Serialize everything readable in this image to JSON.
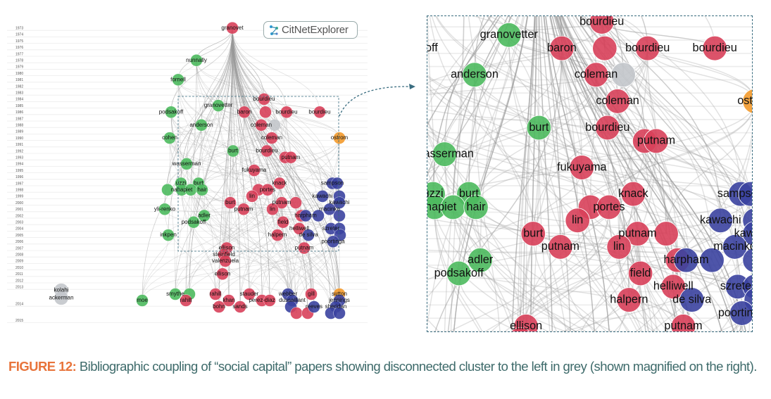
{
  "logo": {
    "text": "CitNetExplorer"
  },
  "caption": {
    "figure_label": "FIGURE 12:",
    "text": " Bibliographic coupling of “social capital” papers showing disconnected cluster to the left in grey (shown magnified on the right)."
  },
  "axis_years": [
    "1973",
    "1974",
    "1975",
    "1976",
    "1977",
    "1978",
    "1979",
    "1980",
    "1981",
    "1982",
    "1983",
    "1984",
    "1985",
    "1986",
    "1987",
    "1988",
    "1989",
    "1990",
    "1991",
    "1992",
    "1993",
    "1994",
    "1995",
    "1996",
    "1997",
    "1998",
    "1999",
    "2000",
    "2001",
    "2002",
    "2003",
    "2004",
    "2005",
    "2006",
    "2007",
    "2008",
    "2009",
    "2010",
    "2011",
    "2012",
    "2013",
    "2014",
    "2015"
  ],
  "colors": {
    "red": "#d8405a",
    "green": "#4cba5e",
    "blue": "#3b43a0",
    "orange": "#f39a2c",
    "grey": "#c3c7cb",
    "edge": "#9a9a9a",
    "box": "#3a6d80"
  },
  "nodes": [
    [
      "granovet",
      "red",
      1973
    ],
    [
      "nunnally",
      "green",
      1978
    ],
    [
      "fornell",
      "green",
      1981
    ],
    [
      "bourdieu",
      "red",
      1984
    ],
    [
      "granovetter",
      "green",
      1985
    ],
    [
      "podsakoff",
      "green",
      1986
    ],
    [
      "baron",
      "red",
      1986
    ],
    [
      "",
      "red",
      1986
    ],
    [
      "bourdieu",
      "red",
      1986
    ],
    [
      "bourdieu",
      "red",
      1986
    ],
    [
      "anderson",
      "green",
      1988
    ],
    [
      "coleman",
      "red",
      1988
    ],
    [
      "",
      "grey",
      1988
    ],
    [
      "cohen",
      "green",
      1990
    ],
    [
      "coleman",
      "red",
      1990
    ],
    [
      "ostrom",
      "orange",
      1990
    ],
    [
      "burt",
      "green",
      1992
    ],
    [
      "bourdieu",
      "red",
      1992
    ],
    [
      "",
      "red",
      1993
    ],
    [
      "putnam",
      "red",
      1993
    ],
    [
      "wasserman",
      "green",
      1994
    ],
    [
      "fukuyama",
      "red",
      1995
    ],
    [
      "uzzi",
      "green",
      1997
    ],
    [
      "burt",
      "green",
      1997
    ],
    [
      "",
      "green",
      1998
    ],
    [
      "nahapiet",
      "green",
      1998
    ],
    [
      "",
      "green",
      1998
    ],
    [
      "hair",
      "green",
      1998
    ],
    [
      "knack",
      "red",
      1997
    ],
    [
      "",
      "red",
      1998
    ],
    [
      "portes",
      "red",
      1998
    ],
    [
      "sampson",
      "blue",
      1997
    ],
    [
      "",
      "blue",
      1997
    ],
    [
      "lin",
      "red",
      1999
    ],
    [
      "kawachi",
      "blue",
      1999
    ],
    [
      "",
      "blue",
      1999
    ],
    [
      "burt",
      "red",
      2000
    ],
    [
      "putnam",
      "red",
      2000
    ],
    [
      "",
      "red",
      2000
    ],
    [
      "kawachi",
      "blue",
      2000
    ],
    [
      "yli-renko",
      "green",
      2001
    ],
    [
      "putnam",
      "red",
      2001
    ],
    [
      "lin",
      "red",
      2001
    ],
    [
      "macinko",
      "blue",
      2001
    ],
    [
      "adler",
      "green",
      2002
    ],
    [
      "",
      "red",
      2002
    ],
    [
      "harpham",
      "blue",
      2002
    ],
    [
      "",
      "blue",
      2002
    ],
    [
      "",
      "blue",
      2002
    ],
    [
      "podsakoff",
      "green",
      2003
    ],
    [
      "field",
      "red",
      2003
    ],
    [
      "helliwell",
      "red",
      2004
    ],
    [
      "szreter",
      "blue",
      2004
    ],
    [
      "",
      "blue",
      2004
    ],
    [
      "inkpen",
      "green",
      2005
    ],
    [
      "halpern",
      "red",
      2005
    ],
    [
      "de silva",
      "blue",
      2005
    ],
    [
      "",
      "blue",
      2005
    ],
    [
      "poortinga",
      "blue",
      2006
    ],
    [
      "ellison",
      "red",
      2007
    ],
    [
      "putnam",
      "red",
      2007
    ],
    [
      "steinfield",
      "red",
      2008
    ],
    [
      "valenzuela",
      "red",
      2009
    ],
    [
      "ellison",
      "red",
      2011
    ],
    [
      "kolahi",
      "grey",
      2014
    ],
    [
      "ackerman",
      "grey",
      2014
    ],
    [
      "moe",
      "green",
      2014
    ],
    [
      "smythe",
      "green",
      2014
    ],
    [
      "",
      "green",
      2014
    ],
    [
      "rahill",
      "red",
      2014
    ],
    [
      "rahill",
      "red",
      2014
    ],
    [
      "khan",
      "red",
      2014
    ],
    [
      "bohn",
      "red",
      2014
    ],
    [
      "sands",
      "red",
      2014
    ],
    [
      "stauder",
      "red",
      2014
    ],
    [
      "perez-diaz",
      "red",
      2014
    ],
    [
      "",
      "red",
      2014
    ],
    [
      "webber",
      "blue",
      2014
    ],
    [
      "gill",
      "red",
      2014
    ],
    [
      "sutton",
      "orange",
      2014
    ],
    [
      "dussaillant",
      "blue",
      2014
    ],
    [
      "",
      "blue",
      2014
    ],
    [
      "",
      "red",
      2014
    ],
    [
      "",
      "red",
      2014
    ],
    [
      "reeves",
      "blue",
      2014
    ],
    [
      "jennings",
      "blue",
      2014
    ],
    [
      "sheridan",
      "blue",
      2014
    ],
    [
      "",
      "blue",
      2014
    ],
    [
      "",
      "blue",
      2014
    ]
  ]
}
